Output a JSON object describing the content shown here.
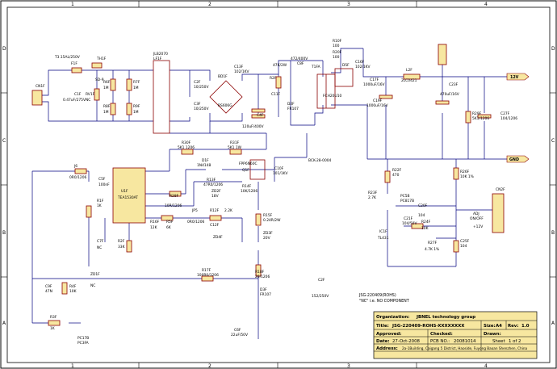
{
  "colors": {
    "background": "#ffffff",
    "border": "#000000",
    "wire": "#000080",
    "part": "#8b0000",
    "part_fill": "#f7e7a0",
    "netlabel_fill": "#f7e7a0",
    "titleblock_fill": "#f7e7a0",
    "text": "#000000",
    "note": "#000000"
  },
  "ruler": {
    "columns": [
      "1",
      "2",
      "3",
      "4"
    ],
    "rows": [
      "D",
      "C",
      "B",
      "A"
    ]
  },
  "nets": {
    "v12": "12V",
    "gnd": "GND"
  },
  "components": {
    "cn1": "CN1F",
    "t3": "T3.15AL/250V",
    "fuse": "F1F",
    "th1": "TH1F",
    "sd": "SD-9",
    "c1": "C1F",
    "c1v": "0.47uF/275V",
    "r6": "R6F",
    "r6v": "1M",
    "r7": "R7F",
    "r7v": "1M",
    "r8": "R8F",
    "r8v": "1M",
    "r9": "R9F",
    "r9v": "1M",
    "rv1": "RV1F",
    "nc": "NC",
    "l1": "JLB2070",
    "l1b": "LF1F",
    "c2": "C2F",
    "c2v": "10/250V",
    "c3": "C3F",
    "c3v": "10/250V",
    "bd": "BD1F",
    "bdv": "RS606G",
    "c13": "C13F",
    "c13v": "102/1KV",
    "c4": "C4F",
    "c4v": "120uF/400V",
    "r2": "R2F",
    "r2v": "47K/2W",
    "c8": "C8F",
    "c8v": "472/400V",
    "c11": "C11F",
    "d2": "D2F",
    "d2v": "FR107",
    "t1": "T1FA",
    "t1v": "BCK-28-0004",
    "r10": "R10F",
    "r10v": "100",
    "r20": "R20F",
    "r20v": "100",
    "d5": "D5F",
    "d5v": "FCH20U10",
    "c16": "C16F",
    "c16v": "102/1KV",
    "c17": "C17F",
    "c17v": "1000uF/16V",
    "c19": "C19F",
    "c19v": "1000uF/16V",
    "l2": "L2F",
    "l2v": "2LC0421",
    "c23": "C23F",
    "c23v": "470uF/16V",
    "r29": "R29F",
    "r29v": "5K1/1206",
    "c27": "C27F",
    "c27v": "104/1206",
    "r30": "R30F",
    "r30v": "5K1 1206",
    "r31": "R31F",
    "r31v": "5K1 1W",
    "u1": "U1F",
    "u1v": "TEA1530AT",
    "c5": "C5F",
    "c5v": "100nF",
    "j6": "J6",
    "j6v": "0R0/1206",
    "d1": "D1F",
    "d1v": "1N4148",
    "r13": "R13F",
    "r13v": "47R0/1206",
    "zd2": "ZD2F",
    "zd2v": "18V",
    "q1": "Q1F",
    "q1v": "FPP6N60C",
    "r14": "R14F",
    "r14v": "10K/1206",
    "r15": "R15F",
    "r15v": "0.24R/2W",
    "zd3": "ZD3F",
    "zd3v": "20V",
    "c10": "C10F",
    "c10v": "101/1KV",
    "r28": "R28F",
    "r28v": "10R/1206",
    "r16": "R16F",
    "r16v": "12K",
    "r5": "R5F",
    "r5v": "6K",
    "jp5": "JP5",
    "jp5v": "0R0/1206",
    "r12": "R12F",
    "r12v": "2.2K",
    "c12": "C12F",
    "zd4": "ZD4F",
    "r1": "R1F",
    "r1v": "1K",
    "c7": "C7F",
    "r2b": "R2F",
    "r2bv": "33K",
    "c9": "C9F",
    "c9v": "47N",
    "r4": "R4F",
    "r4v": "10K",
    "zd1": "ZD1F",
    "r3": "R3F",
    "r3v": "1K",
    "pc1": "PC17B",
    "pc1b": "PC3FA",
    "r17": "R17F",
    "r17v": "100R0/1206",
    "r18": "R18F",
    "r18v": "20/1206",
    "d3": "D3F",
    "d3v": "FR107",
    "c6": "C6F",
    "c6v": "22uF/50V",
    "c2f": "C2F",
    "c2fv": "152/250V",
    "r22": "R22F",
    "r22v": "470",
    "r23": "R23F",
    "r23v": "2.7K",
    "pc5": "PC5B",
    "pc5v": "PC817B",
    "ic1": "IC1F",
    "ic1v": "TL431",
    "c20": "C20F",
    "c20v": "104",
    "r24": "R24F",
    "r24v": "10K",
    "c21": "C21F",
    "c21v": "104/50V",
    "r26": "R26F",
    "r26v": "10K 1%",
    "r27": "R27F",
    "r27v": "4.7K 1%",
    "c25": "C25F",
    "c25v": "104",
    "cn2": "CN2F",
    "cn2_pins": [
      "ADJ",
      "ON/OFF",
      "+12V",
      "",
      "",
      ""
    ]
  },
  "notes": {
    "part_no": "JSG-220409(ROHS)",
    "nc_note": "\"NC\" i.e. NO COMPONENT"
  },
  "title_block": {
    "organization_label": "Organization:",
    "organization": "JBNEL technology group",
    "title_label": "Title:",
    "title": "JSG-220409-ROHS-XXXXXXXX",
    "size_label": "Size:",
    "size": "A4",
    "rev_label": "Rev:",
    "rev": "1.0",
    "approved_label": "Approved:",
    "checked_label": "Checked:",
    "drawn_label": "Drawn:",
    "date_label": "Date:",
    "date": "27-Oct-2008",
    "pcb_label": "PCB NO.:",
    "pcb": "20081014",
    "sheet_label": "Sheet",
    "sheet": "1 of 2",
    "address_label": "Address:",
    "address": "2a-1Building, Caigang 5 District, Haoside, Fuyong Baoan Shenzhen, China"
  }
}
